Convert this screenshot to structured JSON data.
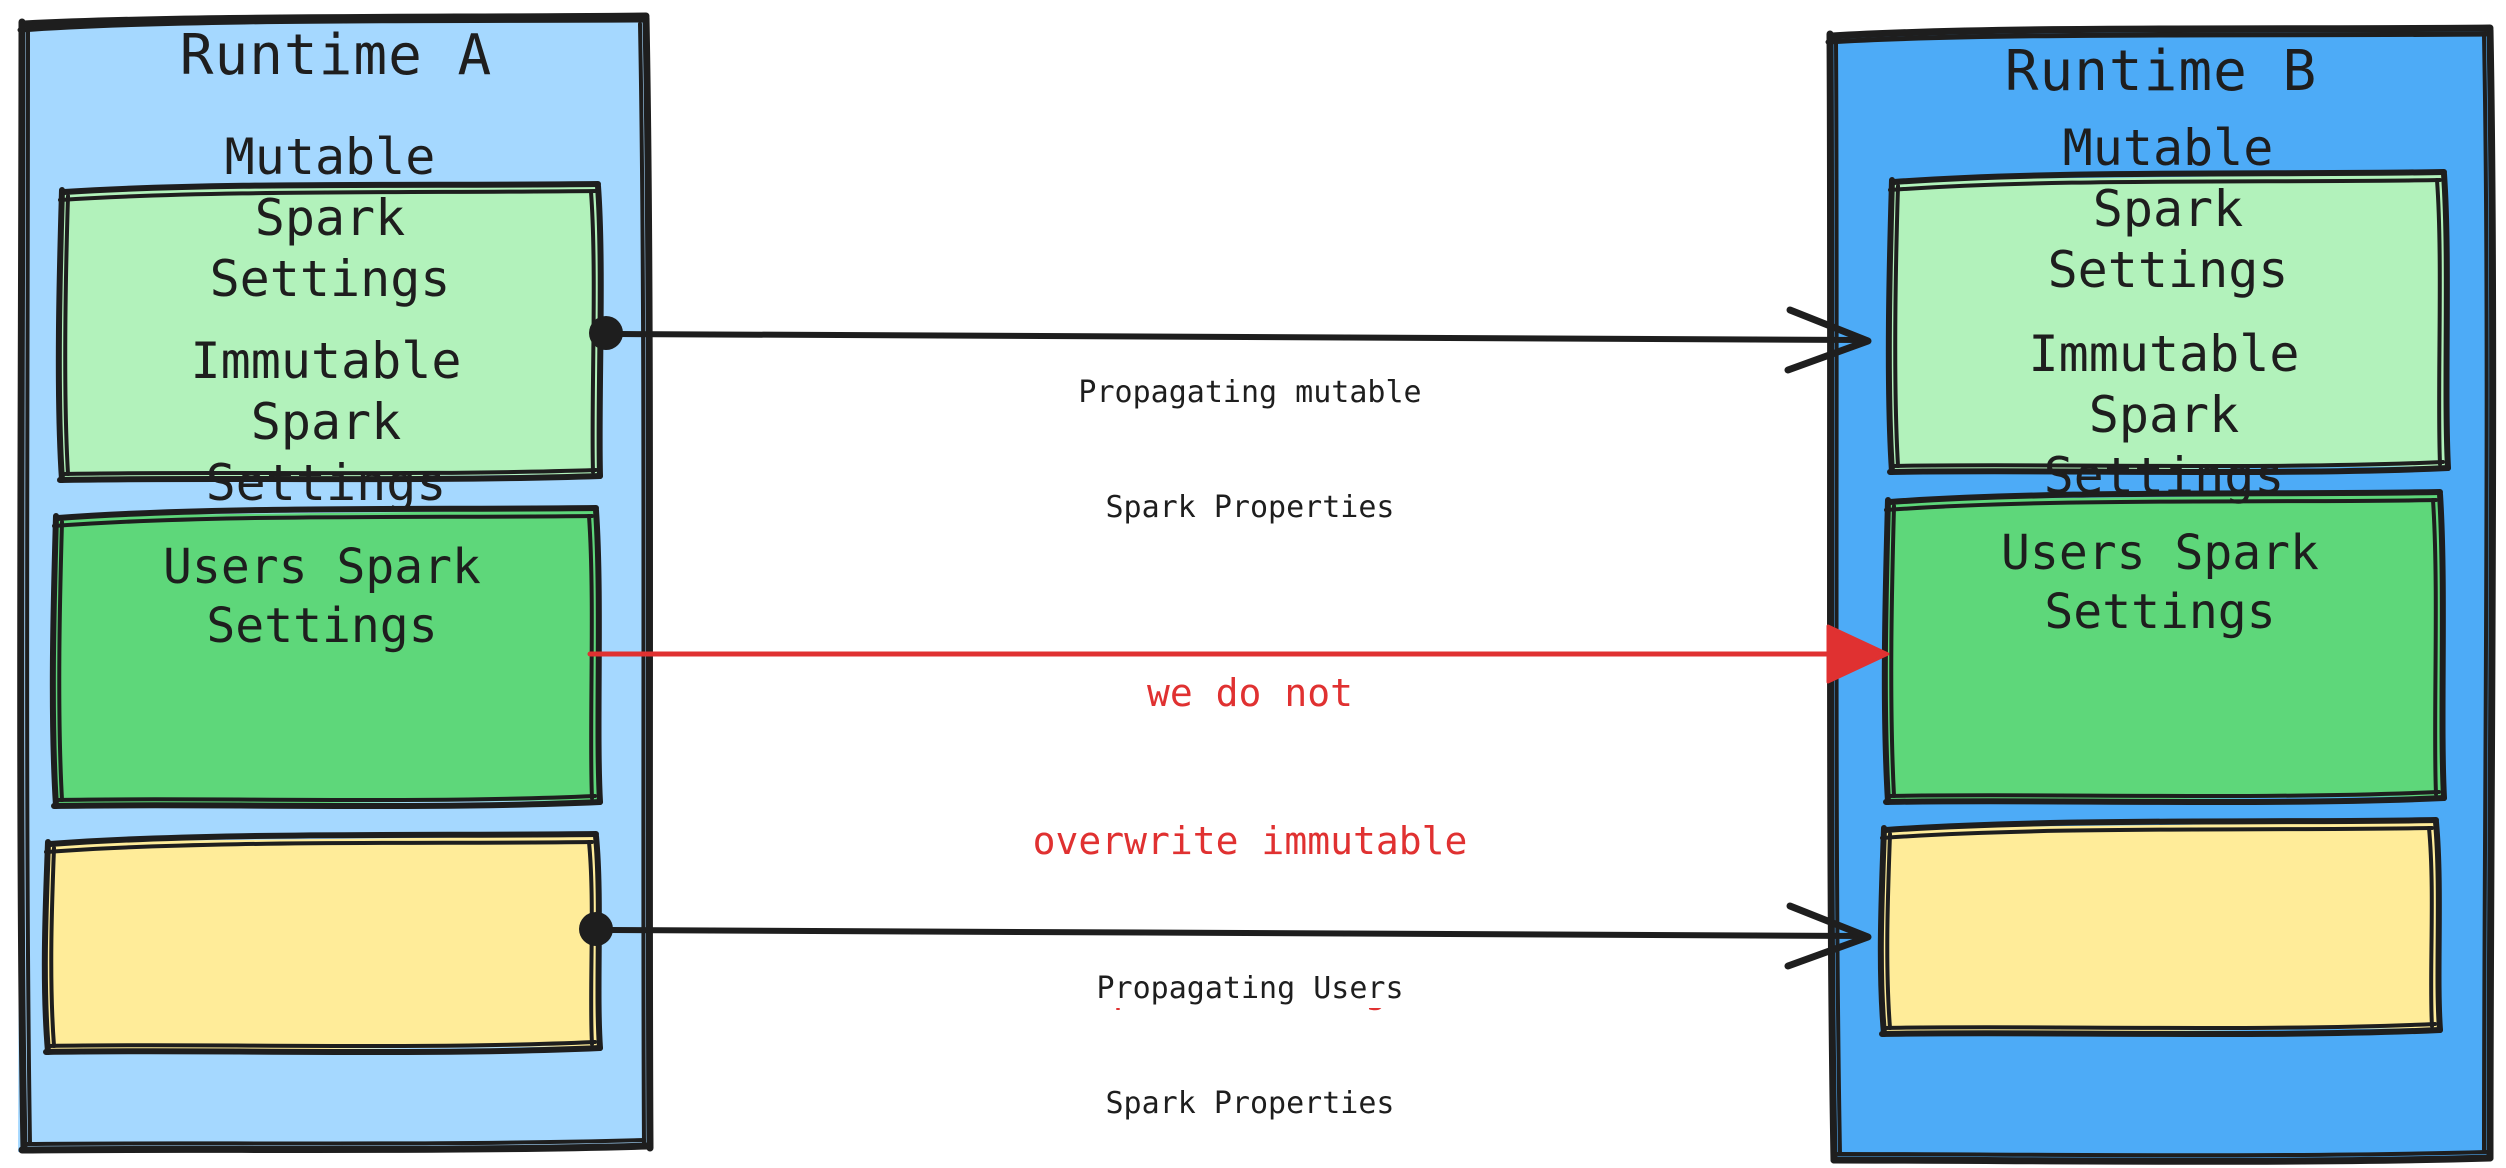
{
  "diagram": {
    "title_left": "Runtime A",
    "title_right": "Runtime B",
    "colors": {
      "runtime_a_fill": "#a5d8ff",
      "runtime_b_fill": "#4dabf7",
      "mutable_fill": "#b2f2bb",
      "immutable_fill": "#5ed77a",
      "users_fill": "#ffec99",
      "stroke": "#1e1e1e",
      "red_accent": "#e03131"
    },
    "left_boxes": [
      {
        "id": "mutable",
        "label": "Mutable\nSpark\nSettings"
      },
      {
        "id": "immutable",
        "label": "Immutable\nSpark\nSettings"
      },
      {
        "id": "users",
        "label": "Users Spark\nSettings"
      }
    ],
    "right_boxes": [
      {
        "id": "mutable",
        "label": "Mutable\nSpark\nSettings"
      },
      {
        "id": "immutable",
        "label": "Immutable\nSpark\nSettings"
      },
      {
        "id": "users",
        "label": "Users Spark\nSettings"
      }
    ],
    "arrows": [
      {
        "id": "mutable-arrow",
        "label_line1": "Propagating mutable",
        "label_line2": "Spark Properties",
        "color": "#1e1e1e",
        "style": "solid",
        "source_marker": "dot",
        "target_marker": "open-arrow"
      },
      {
        "id": "immutable-arrow",
        "label_line1": "we do not",
        "label_line2": "overwrite immutable",
        "label_line3": "Spark Settings",
        "color": "#e03131",
        "style": "solid",
        "source_marker": "none",
        "target_marker": "filled-arrow"
      },
      {
        "id": "users-arrow",
        "label_line1": "Propagating Users",
        "label_line2": "Spark Properties",
        "color": "#1e1e1e",
        "style": "solid",
        "source_marker": "dot",
        "target_marker": "open-arrow"
      }
    ]
  }
}
